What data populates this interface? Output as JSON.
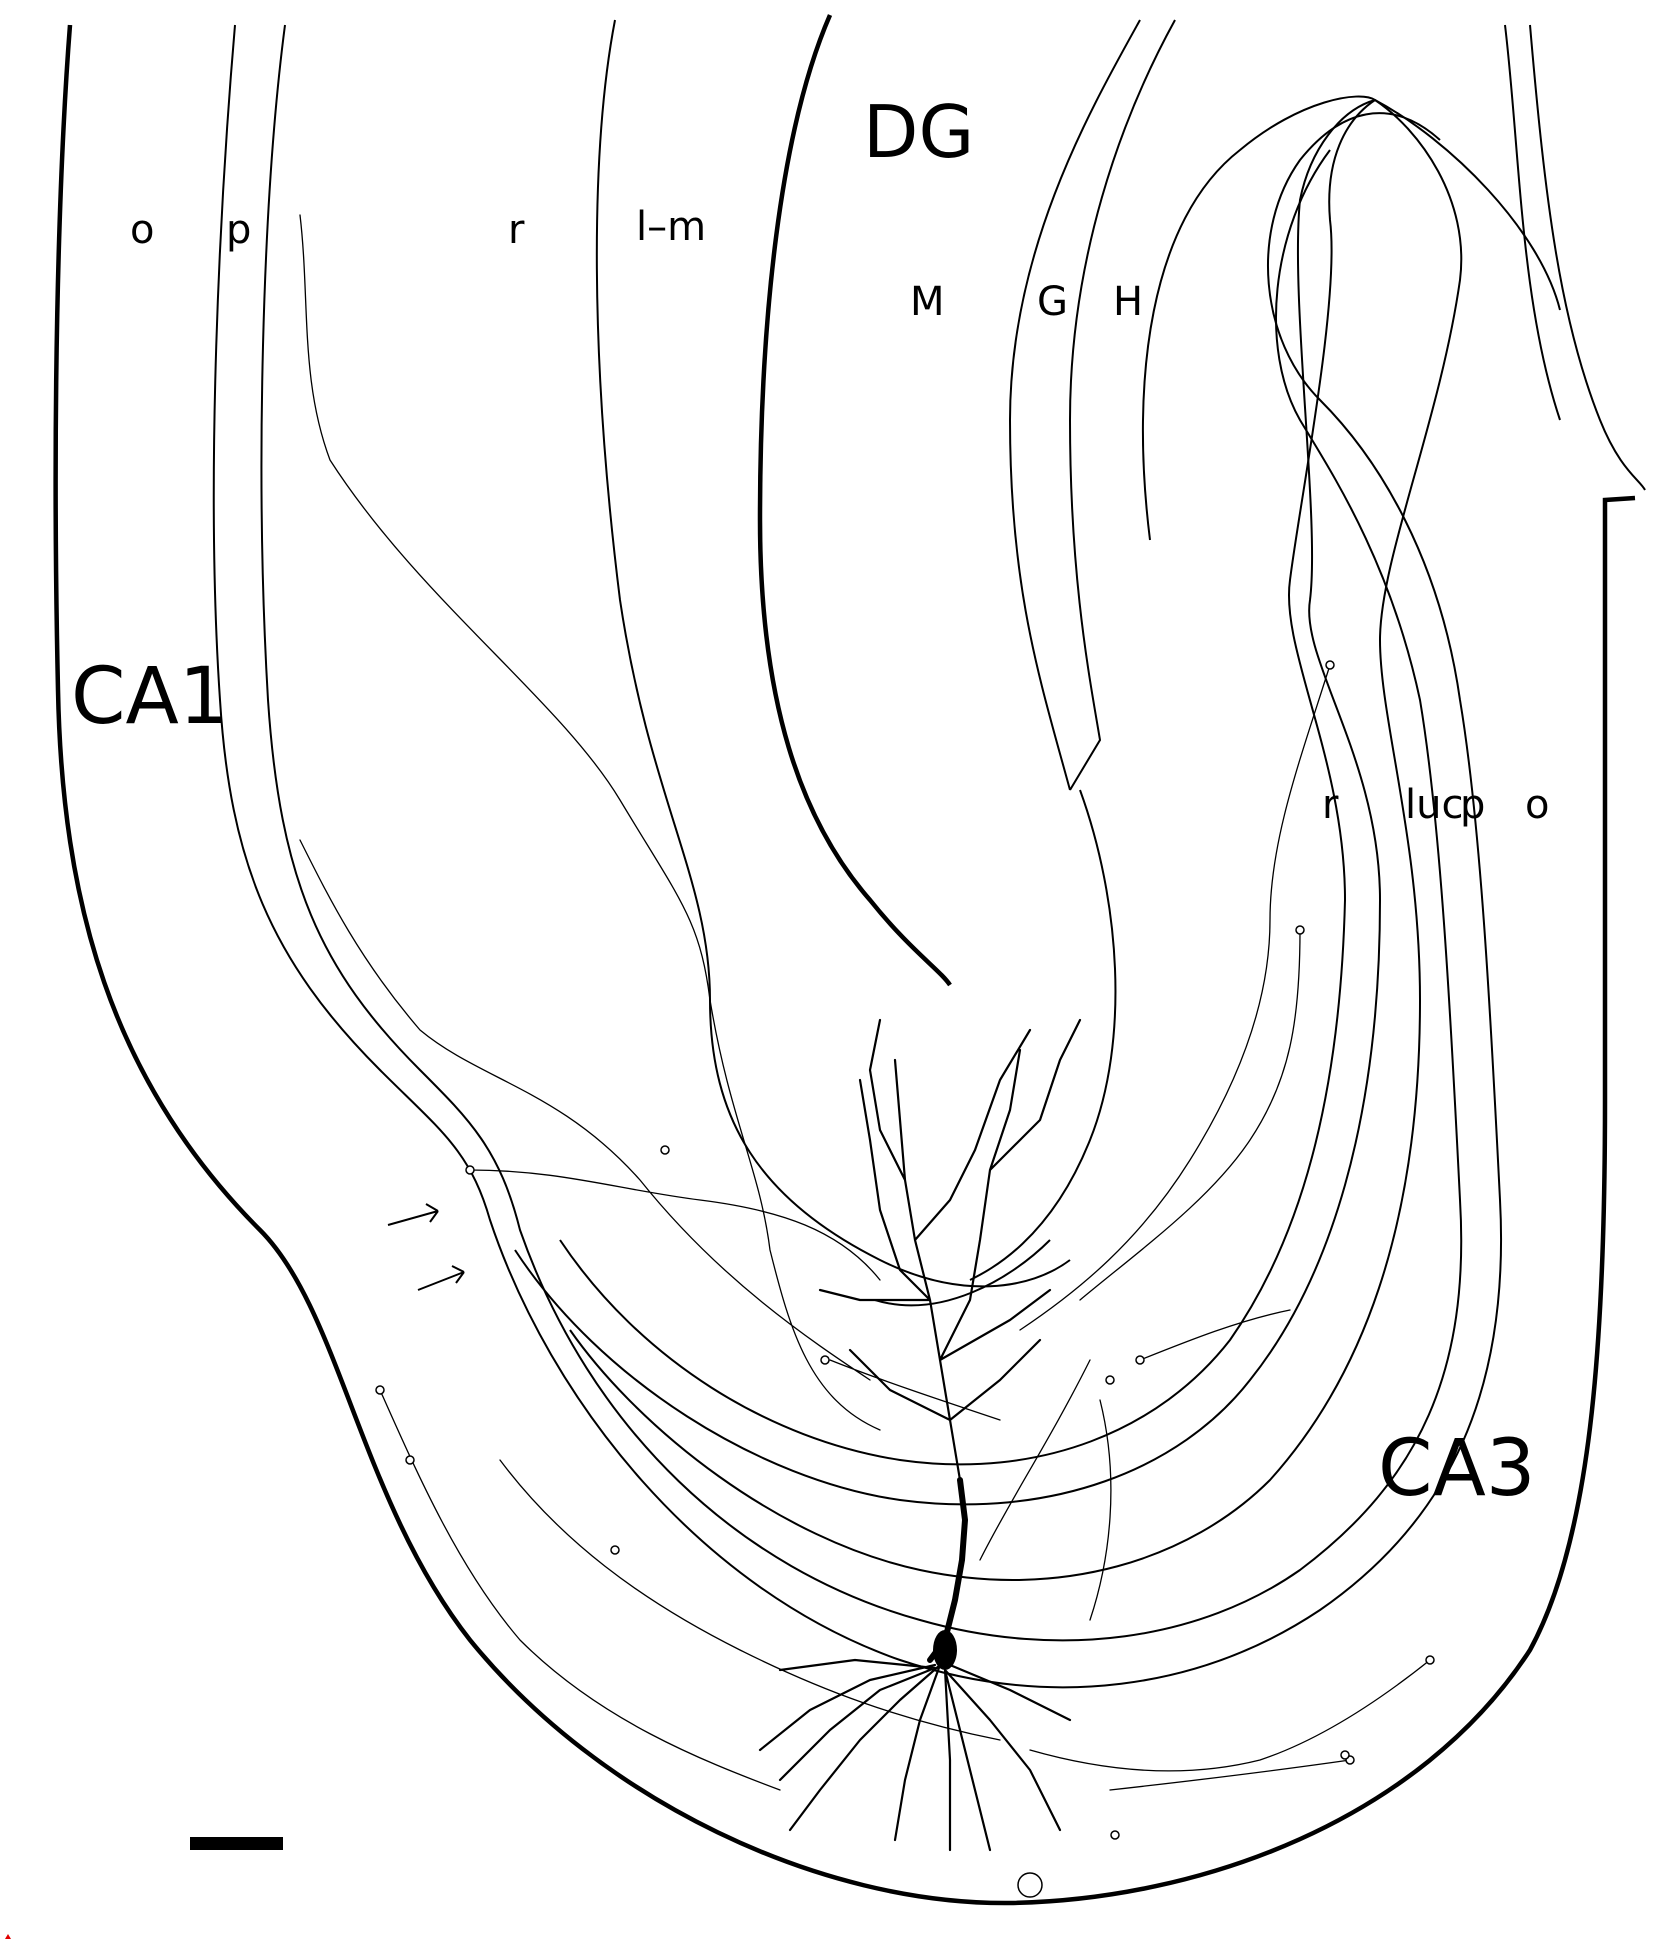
{
  "figure": {
    "regions": {
      "ca1": "CA1",
      "ca3": "CA3",
      "dg": "DG"
    },
    "ca1_layers": [
      "o",
      "p",
      "r",
      "l–m"
    ],
    "dg_layers": [
      "M",
      "G",
      "H"
    ],
    "ca3_layers": [
      "r",
      "luc",
      "p",
      "o"
    ]
  }
}
